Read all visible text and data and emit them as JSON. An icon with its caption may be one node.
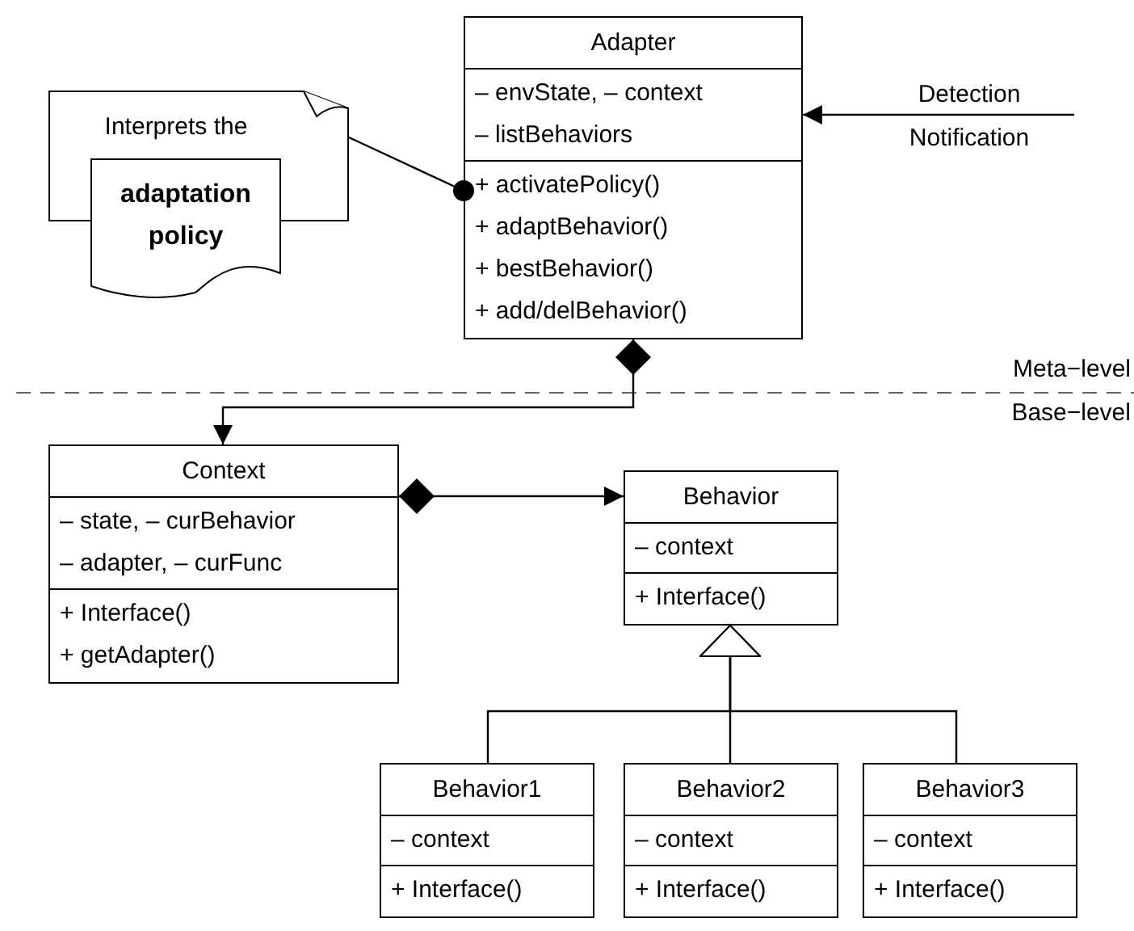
{
  "diagram": {
    "nodes": [
      {
        "text": [
          "Adapter",
          "– envState, – context",
          "– listBehaviors",
          "+ activatePolicy()",
          "+ adaptBehavior()",
          "+ bestBehavior()",
          "+ add/delBehavior()"
        ]
      },
      {
        "text": [
          "Interprets the"
        ]
      },
      {
        "text": [
          "adaptation policy"
        ]
      },
      {
        "text": [
          "Context",
          "– state, – curBehavior",
          "– adapter, – curFunc",
          "+ Interface()",
          "+ getAdapter()"
        ]
      },
      {
        "text": [
          "Behavior",
          "– context",
          "+ Interface()"
        ]
      },
      {
        "text": [
          "Behavior1",
          "– context",
          "+ Interface()"
        ]
      },
      {
        "text": [
          "Behavior2",
          "– context",
          "+ Interface()"
        ]
      },
      {
        "text": [
          "Behavior3",
          "– context",
          "+ Interface()"
        ]
      }
    ],
    "edges": [
      {
        "from": 1,
        "to": 0,
        "arrow": "other"
      },
      {
        "from": null,
        "to": 0,
        "arrow": "to",
        "label": "Detection Notification"
      },
      {
        "from": 0,
        "to": 3,
        "arrow": "to"
      },
      {
        "from": 3,
        "to": 4,
        "arrow": "to"
      },
      {
        "from": 5,
        "to": 4,
        "arrow": "to"
      },
      {
        "from": 6,
        "to": 4,
        "arrow": "to"
      },
      {
        "from": 7,
        "to": 4,
        "arrow": "to"
      }
    ],
    "labels": [
      "Meta−level",
      "Base−level"
    ]
  }
}
